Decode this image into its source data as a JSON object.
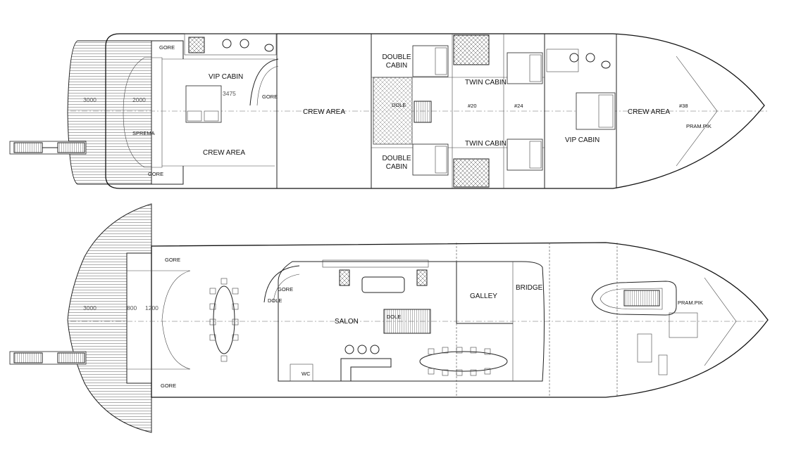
{
  "upper_deck": {
    "labels": {
      "vip_cabin_aft": "VIP CABIN",
      "crew_area_aft": "CREW AREA",
      "sprema": "SPREMA",
      "crew_area_mid": "CREW AREA",
      "double_cabin_top": "DOUBLE\nCABIN",
      "double_cabin_bottom": "DOUBLE\nCABIN",
      "twin_cabin_top": "TWIN CABIN",
      "twin_cabin_bottom": "TWIN CABIN",
      "vip_cabin_fwd": "VIP CABIN",
      "crew_area_fwd": "CREW AREA",
      "pram_pik": "PRAM.PIK",
      "gore_top": "GORE",
      "gore_bottom": "GORE",
      "gore_stair": "GORE",
      "dole": "DOLE"
    },
    "dimensions": {
      "d3000": "3000",
      "d2000": "2000",
      "d3475": "3475"
    },
    "frames": {
      "f20": "#20",
      "f24": "#24",
      "f38": "#38"
    }
  },
  "main_deck": {
    "labels": {
      "salon": "SALON",
      "galley": "GALLEY",
      "bridge": "BRIDGE",
      "wc": "WC",
      "pram_pik": "PRAM.PIK",
      "gore_top": "GORE",
      "gore_bottom": "GORE",
      "gore_stair": "GORE",
      "dole_stair": "DOLE",
      "dole_center": "DOLE"
    },
    "dimensions": {
      "d3000": "3000",
      "d800": "800",
      "d1200": "1200"
    }
  }
}
